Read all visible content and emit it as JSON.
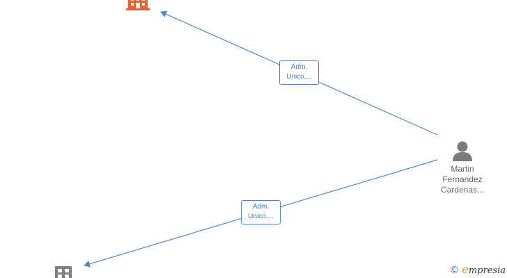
{
  "colors": {
    "edge": "#4a86d8",
    "company_highlight": "#f0612f",
    "company_default": "#808080",
    "person": "#7a7a7a"
  },
  "nodes": {
    "person": {
      "line1": "Martin",
      "line2": "Fernandez",
      "line3": "Cardenas..."
    },
    "company_top": {
      "icon": "building-icon"
    },
    "company_bottom": {
      "icon": "building-icon"
    }
  },
  "edges": [
    {
      "label_line1": "Adm.",
      "label_line2": "Unico,..."
    },
    {
      "label_line1": "Adm.",
      "label_line2": "Unico,..."
    }
  ],
  "brand": {
    "copyright": "©",
    "e_letter": "e",
    "rest": "mpresia"
  }
}
